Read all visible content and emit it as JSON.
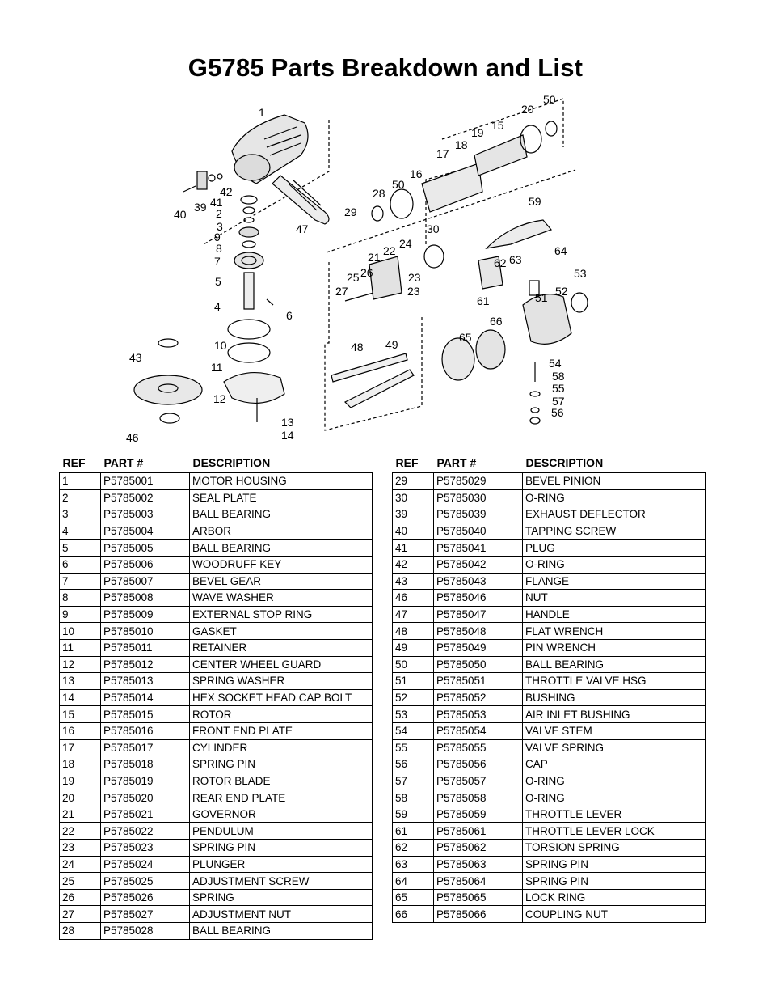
{
  "title": "G5785 Parts Breakdown and List",
  "diagram_callouts": [
    "1",
    "20",
    "50",
    "15",
    "19",
    "18",
    "17",
    "16",
    "50",
    "28",
    "29",
    "42",
    "41",
    "39",
    "40",
    "2",
    "3",
    "9",
    "8",
    "7",
    "47",
    "59",
    "64",
    "30",
    "24",
    "22",
    "21",
    "26",
    "25",
    "23",
    "23",
    "27",
    "62",
    "63",
    "53",
    "52",
    "51",
    "61",
    "5",
    "4",
    "6",
    "66",
    "65",
    "54",
    "58",
    "55",
    "57",
    "56",
    "48",
    "49",
    "43",
    "10",
    "11",
    "12",
    "13",
    "14",
    "46"
  ],
  "table_headers": {
    "ref": "REF",
    "part": "PART #",
    "desc": "DESCRIPTION"
  },
  "parts_left": [
    {
      "ref": "1",
      "part": "P5785001",
      "desc": "MOTOR HOUSING"
    },
    {
      "ref": "2",
      "part": "P5785002",
      "desc": "SEAL PLATE"
    },
    {
      "ref": "3",
      "part": "P5785003",
      "desc": "BALL BEARING"
    },
    {
      "ref": "4",
      "part": "P5785004",
      "desc": "ARBOR"
    },
    {
      "ref": "5",
      "part": "P5785005",
      "desc": "BALL BEARING"
    },
    {
      "ref": "6",
      "part": "P5785006",
      "desc": "WOODRUFF KEY"
    },
    {
      "ref": "7",
      "part": "P5785007",
      "desc": "BEVEL GEAR"
    },
    {
      "ref": "8",
      "part": "P5785008",
      "desc": "WAVE WASHER"
    },
    {
      "ref": "9",
      "part": "P5785009",
      "desc": "EXTERNAL STOP RING"
    },
    {
      "ref": "10",
      "part": "P5785010",
      "desc": "GASKET"
    },
    {
      "ref": "11",
      "part": "P5785011",
      "desc": "RETAINER"
    },
    {
      "ref": "12",
      "part": "P5785012",
      "desc": "CENTER WHEEL GUARD"
    },
    {
      "ref": "13",
      "part": "P5785013",
      "desc": "SPRING WASHER"
    },
    {
      "ref": "14",
      "part": "P5785014",
      "desc": "HEX SOCKET HEAD CAP BOLT"
    },
    {
      "ref": "15",
      "part": "P5785015",
      "desc": "ROTOR"
    },
    {
      "ref": "16",
      "part": "P5785016",
      "desc": "FRONT END PLATE"
    },
    {
      "ref": "17",
      "part": "P5785017",
      "desc": "CYLINDER"
    },
    {
      "ref": "18",
      "part": "P5785018",
      "desc": "SPRING PIN"
    },
    {
      "ref": "19",
      "part": "P5785019",
      "desc": "ROTOR BLADE"
    },
    {
      "ref": "20",
      "part": "P5785020",
      "desc": "REAR END PLATE"
    },
    {
      "ref": "21",
      "part": "P5785021",
      "desc": "GOVERNOR"
    },
    {
      "ref": "22",
      "part": "P5785022",
      "desc": "PENDULUM"
    },
    {
      "ref": "23",
      "part": "P5785023",
      "desc": "SPRING PIN"
    },
    {
      "ref": "24",
      "part": "P5785024",
      "desc": "PLUNGER"
    },
    {
      "ref": "25",
      "part": "P5785025",
      "desc": "ADJUSTMENT SCREW"
    },
    {
      "ref": "26",
      "part": "P5785026",
      "desc": "SPRING"
    },
    {
      "ref": "27",
      "part": "P5785027",
      "desc": "ADJUSTMENT NUT"
    },
    {
      "ref": "28",
      "part": "P5785028",
      "desc": "BALL BEARING"
    }
  ],
  "parts_right": [
    {
      "ref": "29",
      "part": "P5785029",
      "desc": "BEVEL PINION"
    },
    {
      "ref": "30",
      "part": "P5785030",
      "desc": "O-RING"
    },
    {
      "ref": "39",
      "part": "P5785039",
      "desc": "EXHAUST DEFLECTOR"
    },
    {
      "ref": "40",
      "part": "P5785040",
      "desc": "TAPPING SCREW"
    },
    {
      "ref": "41",
      "part": "P5785041",
      "desc": "PLUG"
    },
    {
      "ref": "42",
      "part": "P5785042",
      "desc": "O-RING"
    },
    {
      "ref": "43",
      "part": "P5785043",
      "desc": "FLANGE"
    },
    {
      "ref": "46",
      "part": "P5785046",
      "desc": "NUT"
    },
    {
      "ref": "47",
      "part": "P5785047",
      "desc": "HANDLE"
    },
    {
      "ref": "48",
      "part": "P5785048",
      "desc": "FLAT WRENCH"
    },
    {
      "ref": "49",
      "part": "P5785049",
      "desc": "PIN WRENCH"
    },
    {
      "ref": "50",
      "part": "P5785050",
      "desc": "BALL BEARING"
    },
    {
      "ref": "51",
      "part": "P5785051",
      "desc": "THROTTLE VALVE HSG"
    },
    {
      "ref": "52",
      "part": "P5785052",
      "desc": "BUSHING"
    },
    {
      "ref": "53",
      "part": "P5785053",
      "desc": "AIR INLET BUSHING"
    },
    {
      "ref": "54",
      "part": "P5785054",
      "desc": "VALVE STEM"
    },
    {
      "ref": "55",
      "part": "P5785055",
      "desc": "VALVE SPRING"
    },
    {
      "ref": "56",
      "part": "P5785056",
      "desc": "CAP"
    },
    {
      "ref": "57",
      "part": "P5785057",
      "desc": "O-RING"
    },
    {
      "ref": "58",
      "part": "P5785058",
      "desc": "O-RING"
    },
    {
      "ref": "59",
      "part": "P5785059",
      "desc": "THROTTLE LEVER"
    },
    {
      "ref": "61",
      "part": "P5785061",
      "desc": "THROTTLE LEVER LOCK"
    },
    {
      "ref": "62",
      "part": "P5785062",
      "desc": "TORSION SPRING"
    },
    {
      "ref": "63",
      "part": "P5785063",
      "desc": "SPRING PIN"
    },
    {
      "ref": "64",
      "part": "P5785064",
      "desc": "SPRING PIN"
    },
    {
      "ref": "65",
      "part": "P5785065",
      "desc": "LOCK RING"
    },
    {
      "ref": "66",
      "part": "P5785066",
      "desc": "COUPLING NUT"
    }
  ]
}
